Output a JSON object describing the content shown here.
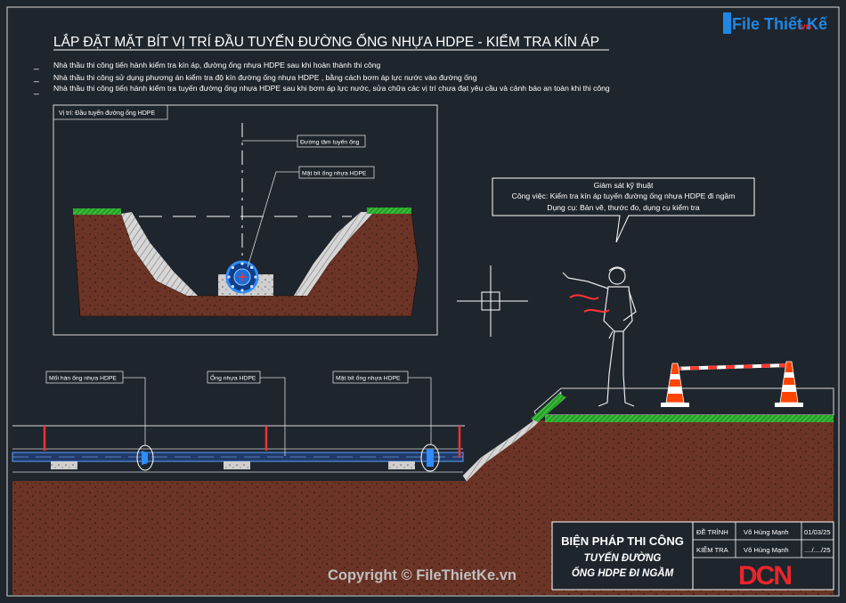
{
  "title": "LẮP ĐẶT MẶT BÍT VỊ TRÍ ĐẦU TUYẾN ĐƯỜNG ỐNG NHỰA HDPE - KIỂM TRA KÍN ÁP",
  "notes": [
    "Nhà thầu thi công tiến hành kiểm tra kín áp, đường ống nhựa HDPE sau khi hoàn thành thi công",
    "Nhà thầu thi công sử dụng phương án kiểm tra độ kín đường ống nhựa HDPE , bằng cách bơm áp lực nước vào đường ống",
    "Nhà thầu thi công tiến hành kiểm tra tuyến đường ống nhựa HDPE sau khi bơm áp lực nước, sửa chữa các vị trí chưa đạt yêu cầu và cảnh báo an toàn khi thi công"
  ],
  "note_marker": "_",
  "detail": {
    "caption": "Vị trí: Đầu tuyến đường ống HDPE",
    "center_label": "Đường tâm tuyến ống",
    "flange_label": "Mặt bít ống nhựa HDPE"
  },
  "supervisor": {
    "title": "Giám sát kỹ thuật",
    "task": "Công việc: Kiểm tra kín áp tuyến đường ống nhựa HDPE đi ngầm",
    "tools": "Dụng cụ: Bản vẽ, thước đo, dụng cụ kiểm tra"
  },
  "pipe_labels": {
    "weld": "Mối hàn ống nhựa HDPE",
    "pipe": "Ống nhựa HDPE",
    "flange": "Mặt bít ống nhựa HDPE"
  },
  "title_block": {
    "main": "BIỆN PHÁP THI CÔNG",
    "sub1": "TUYẾN ĐƯỜNG",
    "sub2": "ỐNG HDPE ĐI NGẦM",
    "row1_label": "ĐỀ TRÌNH",
    "row1_name": "Võ Hùng Mạnh",
    "row1_date": "01/03/25",
    "row2_label": "KIỂM TRA",
    "row2_name": "Võ Hùng Mạnh",
    "row2_date": "..../..../25",
    "logo": "DCN"
  },
  "watermark": {
    "logo_text": "File Thiết Kế",
    "logo_suffix": ".vn",
    "copyright": "Copyright © FileThietKe.vn"
  },
  "colors": {
    "background": "#1f252d",
    "line": "#d8d8d8",
    "soil": "#6b3426",
    "grass": "#2bb32b",
    "cone": "#ff4400",
    "pole": "#ee3333",
    "pipe": "#1a6ed8",
    "logo_red": "#e8262a"
  }
}
